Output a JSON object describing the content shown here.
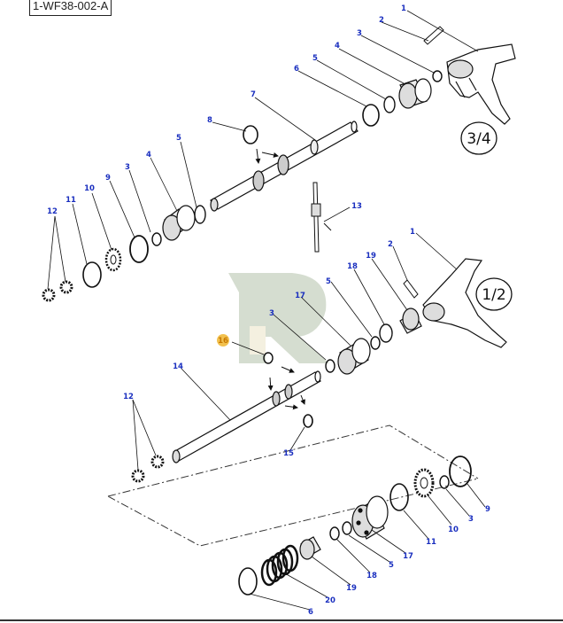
{
  "drawing_code": "1-WF38-002-A",
  "assemblies": {
    "upper": "3/4",
    "lower": "1/2"
  },
  "callouts": {
    "u1": "1",
    "u2": "2",
    "u3": "3",
    "u4": "4",
    "u5": "5",
    "u6": "6",
    "u7": "7",
    "u8": "8",
    "u5b": "5",
    "u4b": "4",
    "u3b": "3",
    "u9": "9",
    "u10": "10",
    "u11": "11",
    "u12": "12",
    "u13": "13",
    "m1": "1",
    "m2": "2",
    "m19": "19",
    "m18": "18",
    "m5": "5",
    "m17": "17",
    "m3": "3",
    "m16": "16",
    "m14": "14",
    "m12": "12",
    "m15": "15",
    "b9": "9",
    "b3": "3",
    "b10": "10",
    "b11": "11",
    "b17": "17",
    "b5": "5",
    "b18": "18",
    "b19": "19",
    "b20": "20",
    "b6": "6"
  },
  "highlighted_callout": "16",
  "colors": {
    "callout_text": "#1a2fbf",
    "callout_highlight": "#f2c14e",
    "line": "#111111",
    "watermark_green": "#8aa07a"
  }
}
